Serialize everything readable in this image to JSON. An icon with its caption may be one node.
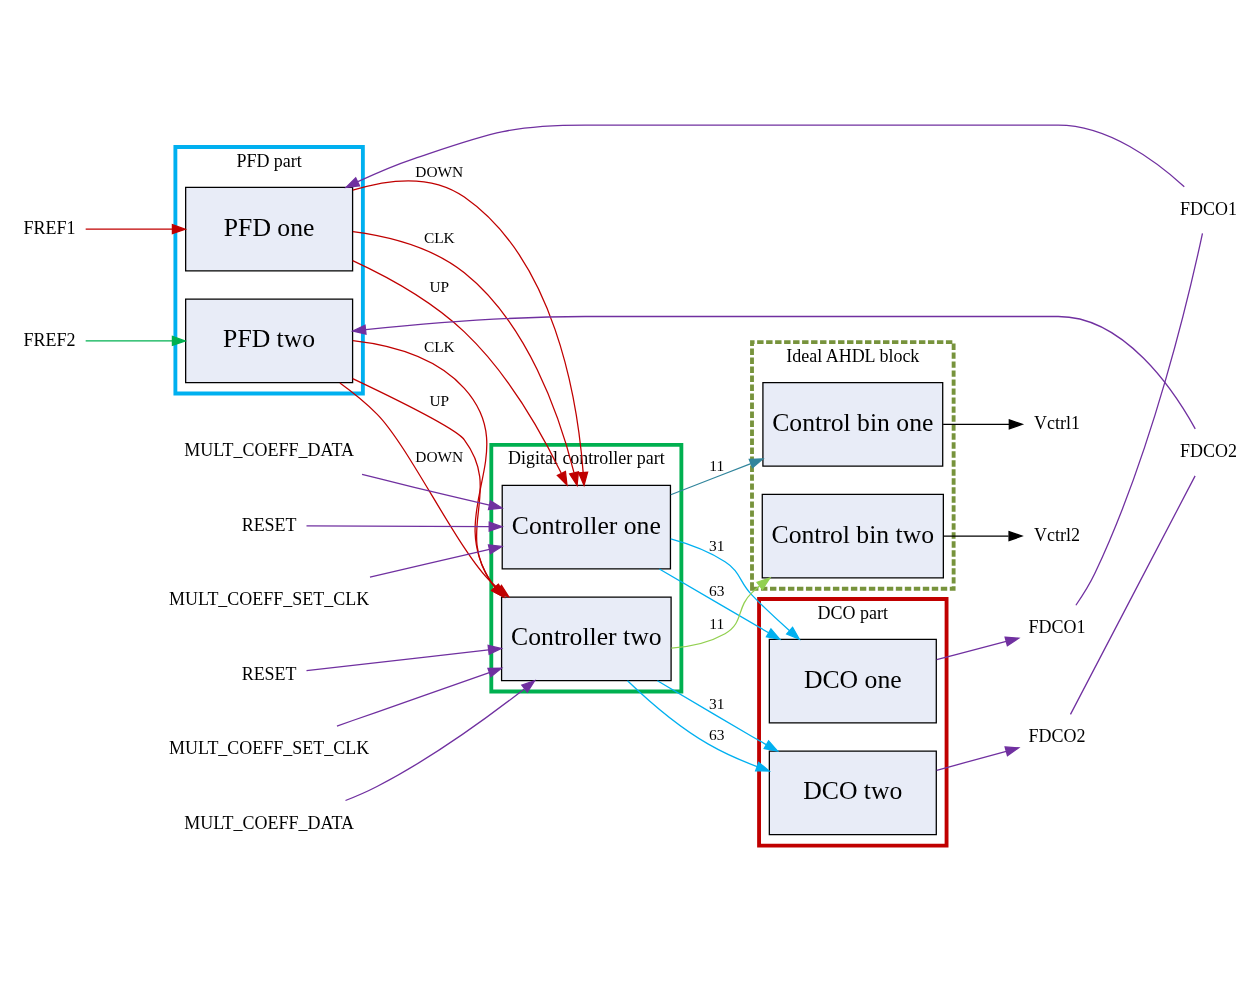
{
  "diagram": {
    "nodes": [
      {
        "text": [
          "PFD part"
        ]
      },
      {
        "text": [
          "PFD one"
        ],
        "in": 0
      },
      {
        "text": [
          "PFD two"
        ],
        "in": 0
      },
      {
        "text": [
          "Digital controller part"
        ]
      },
      {
        "text": [
          "Controller one"
        ],
        "in": 3
      },
      {
        "text": [
          "Controller two"
        ],
        "in": 3
      },
      {
        "text": [
          "DCO part"
        ]
      },
      {
        "text": [
          "DCO one"
        ],
        "in": 6
      },
      {
        "text": [
          "DCO two"
        ],
        "in": 6
      },
      {
        "text": [
          "Ideal AHDL block"
        ]
      },
      {
        "text": [
          "Control bin two"
        ],
        "in": 9
      },
      {
        "text": [
          "Control bin one"
        ],
        "in": 9
      },
      {
        "text": [
          "FDCO1"
        ]
      },
      {
        "text": [
          "FREF1"
        ]
      },
      {
        "text": [
          "FREF2"
        ]
      },
      {
        "text": [
          "FDCO2"
        ]
      },
      {
        "text": [
          "FDCO1"
        ]
      },
      {
        "text": [
          "FDCO2"
        ]
      },
      {
        "text": [
          "RESET"
        ]
      },
      {
        "text": [
          "MULT_COEFF_SET_CLK"
        ]
      },
      {
        "text": [
          "MULT_COEFF_DATA"
        ]
      },
      {
        "text": [
          "RESET"
        ]
      },
      {
        "text": [
          "MULT_COEFF_SET_CLK"
        ]
      },
      {
        "text": [
          "MULT_COEFF_DATA"
        ]
      },
      {
        "text": [
          "Vctrl2"
        ]
      },
      {
        "text": [
          "Vctrl1"
        ]
      }
    ],
    "edges": [
      {
        "from": 12,
        "to": 1,
        "arrow": "to"
      },
      {
        "from": 13,
        "to": 1,
        "arrow": "to",
        "color": "#c00000"
      },
      {
        "from": 14,
        "to": 2,
        "arrow": "to",
        "color": "#00b050"
      },
      {
        "from": 15,
        "to": 2,
        "arrow": "to"
      },
      {
        "from": 1,
        "to": 4,
        "arrow": "to",
        "label": "UP",
        "color": "#c00000"
      },
      {
        "from": 1,
        "to": 4,
        "arrow": "to",
        "label": "DOWN",
        "color": "#c00000"
      },
      {
        "from": 1,
        "to": 4,
        "arrow": "to",
        "label": "CLK",
        "color": "#c00000"
      },
      {
        "from": 2,
        "to": 5,
        "arrow": "to",
        "label": "UP",
        "color": "#c00000"
      },
      {
        "from": 2,
        "to": 5,
        "arrow": "to",
        "label": "DOWN",
        "color": "#c00000"
      },
      {
        "from": 2,
        "to": 5,
        "arrow": "to",
        "label": "CLK",
        "color": "#c00000"
      },
      {
        "from": 4,
        "to": 7,
        "arrow": "to",
        "label": "31",
        "color": "#00b0f0"
      },
      {
        "from": 4,
        "to": 7,
        "arrow": "to",
        "label": "63",
        "color": "#00b0f0"
      },
      {
        "from": 5,
        "to": 8,
        "arrow": "to",
        "label": "31",
        "color": "#00b0f0"
      },
      {
        "from": 5,
        "to": 8,
        "arrow": "to",
        "label": "63",
        "color": "#00b0f0"
      },
      {
        "from": 7,
        "to": 16,
        "arrow": "to"
      },
      {
        "from": 8,
        "to": 17,
        "arrow": "to"
      },
      {
        "from": 16,
        "to": 12,
        "arrow": "none"
      },
      {
        "from": 17,
        "to": 15,
        "arrow": "none"
      },
      {
        "from": 18,
        "to": 4,
        "arrow": "to"
      },
      {
        "from": 19,
        "to": 4,
        "arrow": "to"
      },
      {
        "from": 20,
        "to": 4,
        "arrow": "to"
      },
      {
        "from": 21,
        "to": 5,
        "arrow": "to"
      },
      {
        "from": 22,
        "to": 5,
        "arrow": "to"
      },
      {
        "from": 23,
        "to": 5,
        "arrow": "to"
      },
      {
        "from": 4,
        "to": 11,
        "arrow": "to",
        "label": "11",
        "color": "#31859c"
      },
      {
        "from": 5,
        "to": 10,
        "arrow": "to",
        "label": "11",
        "color": "#92d050"
      },
      {
        "from": 10,
        "to": 24,
        "arrow": "to",
        "color": "#000000"
      },
      {
        "from": 11,
        "to": 25,
        "arrow": "to",
        "color": "#000000"
      }
    ]
  }
}
